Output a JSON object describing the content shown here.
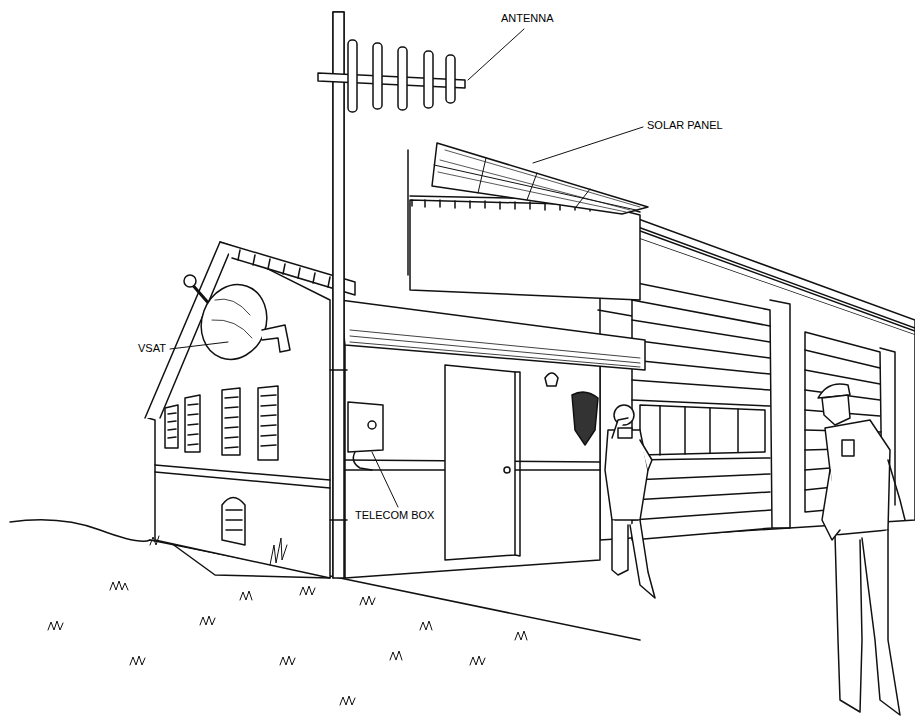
{
  "diagram": {
    "labels": [
      "ANTENNA",
      "SOLAR PANEL",
      "VSAT",
      "TELECOM BOX"
    ]
  }
}
